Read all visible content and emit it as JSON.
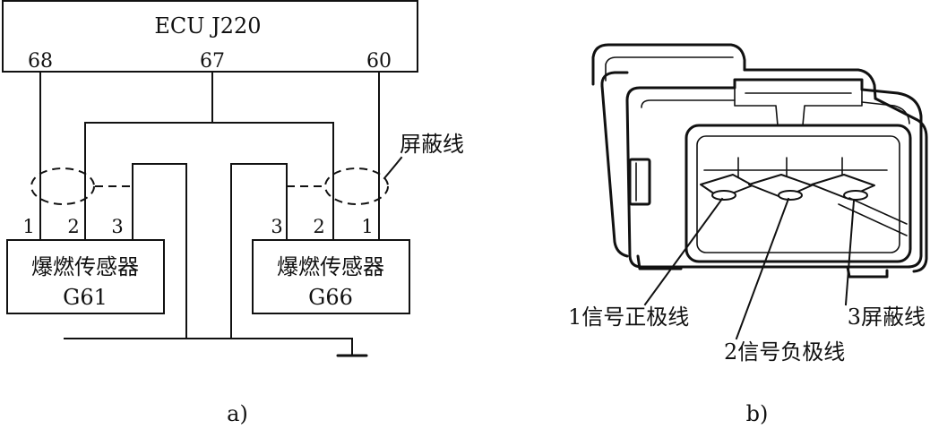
{
  "figure_a": {
    "ecu_label": "ECU J220",
    "ecu_pins": [
      "68",
      "67",
      "60"
    ],
    "shield_label": "屏蔽线",
    "sensor_left": {
      "name": "爆燃传感器",
      "id": "G61",
      "pins": [
        "1",
        "2",
        "3"
      ]
    },
    "sensor_right": {
      "name": "爆燃传感器",
      "id": "G66",
      "pins": [
        "3",
        "2",
        "1"
      ]
    },
    "caption": "a)"
  },
  "figure_b": {
    "pin_labels": [
      "1信号正极线",
      "2信号负极线",
      "3屏蔽线"
    ],
    "caption": "b)"
  }
}
